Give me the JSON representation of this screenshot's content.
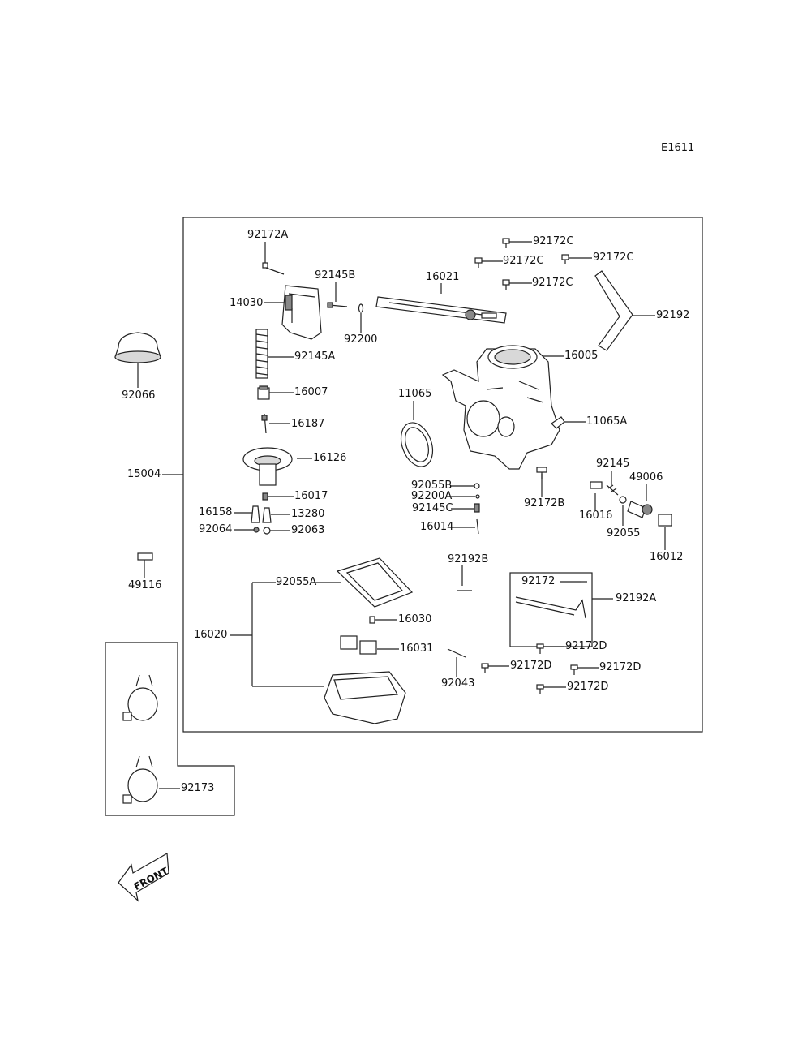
{
  "diagram_code": "E1611",
  "labels": {
    "p92172A": "92172A",
    "p92145B": "92145B",
    "p14030": "14030",
    "p92200": "92200",
    "p16021": "16021",
    "p92172C_1": "92172C",
    "p92172C_2": "92172C",
    "p92172C_3": "92172C",
    "p92172C_4": "92172C",
    "p92192": "92192",
    "p16005": "16005",
    "p92066": "92066",
    "p92145A": "92145A",
    "p16007": "16007",
    "p16187": "16187",
    "p11065": "11065",
    "p11065A": "11065A",
    "p16126": "16126",
    "p15004": "15004",
    "p16017": "16017",
    "p16158": "16158",
    "p13280": "13280",
    "p92064": "92064",
    "p92063": "92063",
    "p92055B": "92055B",
    "p92200A": "92200A",
    "p92145C": "92145C",
    "p16014": "16014",
    "p92172B": "92172B",
    "p92145": "92145",
    "p49006": "49006",
    "p16016": "16016",
    "p92055": "92055",
    "p16012": "16012",
    "p49116": "49116",
    "p92192B": "92192B",
    "p92055A": "92055A",
    "p92172": "92172",
    "p92192A": "92192A",
    "p16030": "16030",
    "p16020": "16020",
    "p16031": "16031",
    "p92043": "92043",
    "p92172D_1": "92172D",
    "p92172D_2": "92172D",
    "p92172D_3": "92172D",
    "p92172D_4": "92172D",
    "p92173": "92173"
  },
  "front_arrow_text": "FRONT"
}
